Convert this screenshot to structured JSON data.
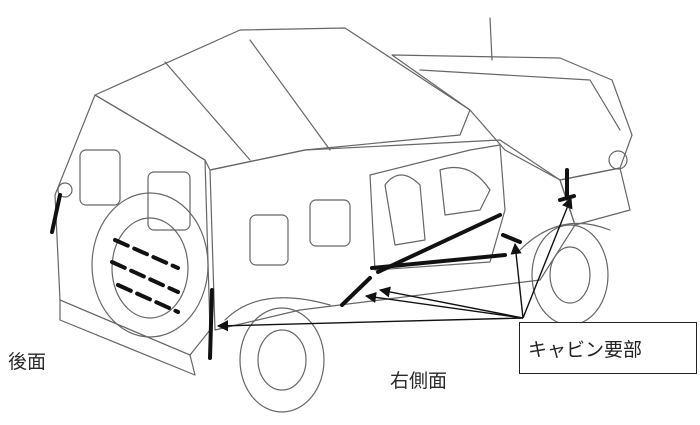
{
  "labels": {
    "rear": "後面",
    "right_side": "右側面",
    "callout": "キャビン要部"
  },
  "colors": {
    "line": "#555555",
    "marker": "#111111",
    "background": "#ffffff"
  }
}
